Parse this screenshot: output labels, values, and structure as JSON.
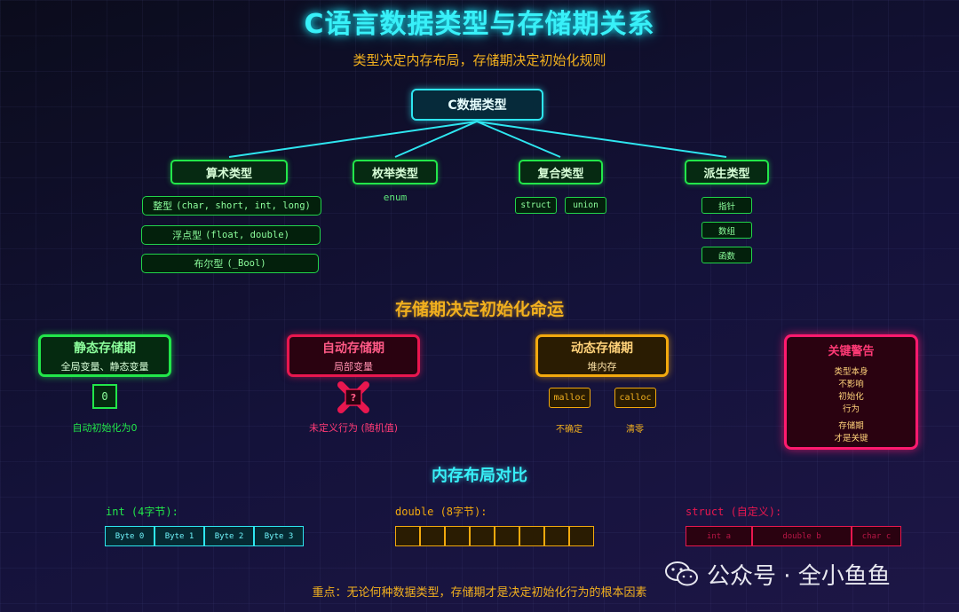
{
  "header": {
    "title": "C语言数据类型与存储期关系",
    "subtitle": "类型决定内存布局，存储期决定初始化规则"
  },
  "types": {
    "root": "C数据类型",
    "arithmetic": {
      "label": "算术类型",
      "items": [
        {
          "name": "整型",
          "detail": "(char, short, int, long)"
        },
        {
          "name": "浮点型",
          "detail": "(float, double)"
        },
        {
          "name": "布尔型",
          "detail": "(_Bool)"
        }
      ]
    },
    "enumeration": {
      "label": "枚举类型",
      "detail": "enum"
    },
    "compound": {
      "label": "复合类型",
      "items": [
        "struct",
        "union"
      ]
    },
    "derived": {
      "label": "派生类型",
      "items": [
        "指针",
        "数组",
        "函数"
      ]
    }
  },
  "storage": {
    "title": "存储期决定初始化命运",
    "static": {
      "title": "静态存储期",
      "subtitle": "全局变量、静态变量",
      "cell": "0",
      "note": "自动初始化为0"
    },
    "automatic": {
      "title": "自动存储期",
      "subtitle": "局部变量",
      "mark": "?",
      "note": "未定义行为 (随机值)"
    },
    "dynamic": {
      "title": "动态存储期",
      "subtitle": "堆内存",
      "funcs": [
        "malloc",
        "calloc"
      ],
      "notes": [
        "不确定",
        "清零"
      ]
    },
    "warning": {
      "title": "关键警告",
      "lines": [
        "类型本身",
        "不影响",
        "初始化",
        "行为"
      ],
      "lines2": [
        "存储期",
        "才是关键"
      ]
    }
  },
  "memory": {
    "title": "内存布局对比",
    "int": {
      "label": "int (4字节):",
      "cells": [
        "Byte 0",
        "Byte 1",
        "Byte 2",
        "Byte 3"
      ]
    },
    "double": {
      "label": "double (8字节):",
      "byte_count": 8
    },
    "struct": {
      "label": "struct (自定义):",
      "cells": [
        "int a",
        "double b",
        "char c"
      ]
    }
  },
  "watermark": "公众号 · 全小鱼鱼",
  "footer": "重点：无论何种数据类型，存储期才是决定初始化行为的根本因素",
  "colors": {
    "cyan": "#2ee6f0",
    "green": "#22e64a",
    "orange": "#f2a90e",
    "pink": "#ff1a6e",
    "red": "#e8174f"
  }
}
